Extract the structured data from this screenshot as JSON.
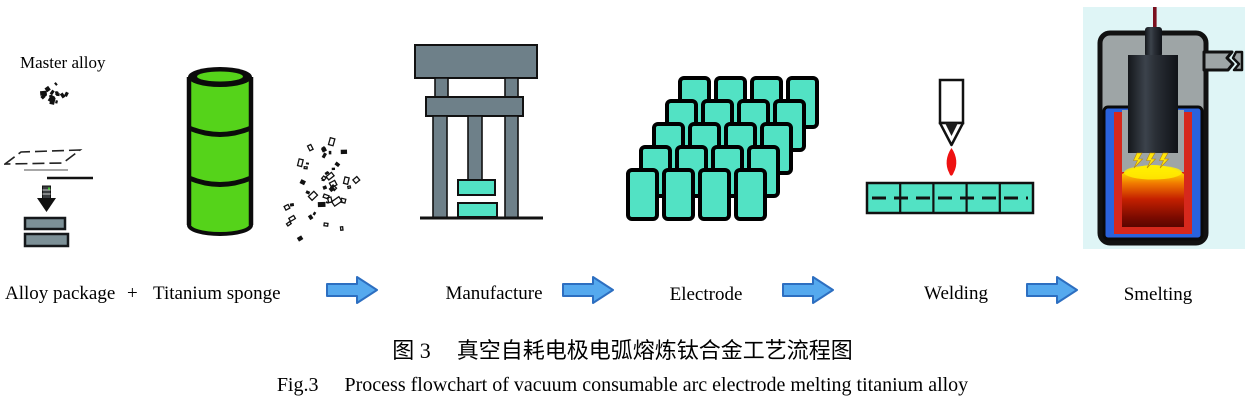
{
  "labels": {
    "master_alloy": "Master alloy",
    "alloy_package": "Alloy package",
    "plus": "+",
    "titanium_sponge": "Titanium sponge",
    "manufacture": "Manufacture",
    "electrode": "Electrode",
    "welding": "Welding",
    "smelting": "Smelting"
  },
  "caption": {
    "zh_prefix": "图 3",
    "zh_text": "真空自耗电极电弧熔炼钛合金工艺流程图",
    "en_prefix": "Fig.3",
    "en_text": "Process flowchart of vacuum consumable arc electrode melting titanium alloy"
  },
  "flow_sequence": [
    "Alloy package + Titanium sponge",
    "Manufacture",
    "Electrode",
    "Welding",
    "Smelting"
  ],
  "icons": {
    "master_alloy_particles": "scattered dark alloy granules",
    "alloy_package": "sheet outline, compacted gray plates with press-down arrow",
    "titanium_sponge_barrel": "green drum with black bands",
    "titanium_sponge_particles": "scattered sponge granules",
    "press_machine": "gray hydraulic press with teal compacts",
    "electrode_stack": "array of teal electrode billets",
    "welding_torch": "torch with red arc over welded teal bar",
    "smelting_furnace": "vacuum arc furnace: dark electrode, arcs, molten pool, water-cooled crucible"
  },
  "electrode_stack": {
    "rows": 5,
    "per_row": 4
  },
  "welded_bar_segments": 5,
  "colors": {
    "arrow_fill": "#55A9EE",
    "arrow_stroke": "#2D6FC1",
    "barrel_green": "#55D31A",
    "teal": "#52E2C4",
    "machine_gray": "#6E8089",
    "steel_bar_gray": "#7C9097",
    "furnace_bg": "#DFF5F6",
    "furnace_shell_gray": "#9EA5A6",
    "furnace_blue": "#2A62DC",
    "furnace_red": "#D6281C",
    "electrode_dark": "#23272C",
    "flame_red": "#EE1111",
    "bolt_yellow": "#FFE60A",
    "melt_top": "#FFF500",
    "melt_bottom": "#5A0600"
  }
}
